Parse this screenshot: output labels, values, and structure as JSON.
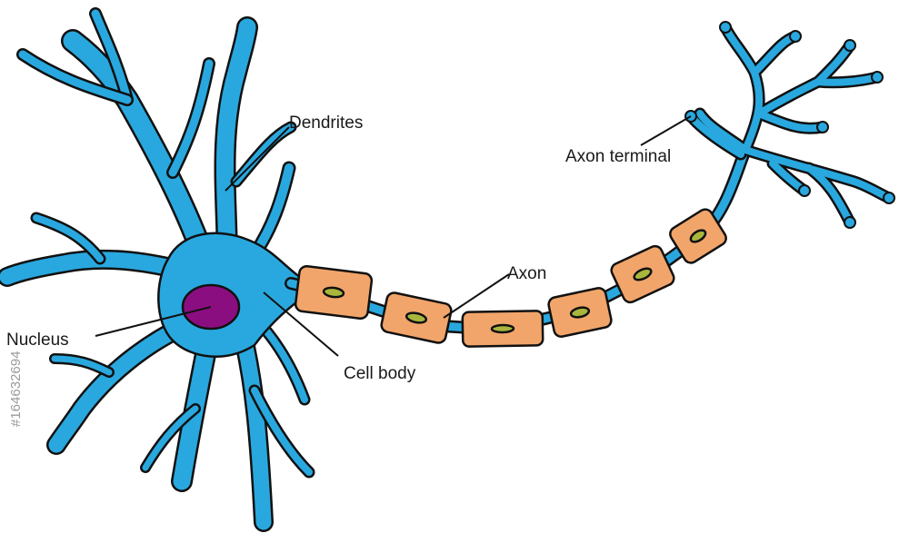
{
  "diagram": {
    "labels": {
      "dendrites": "Dendrites",
      "axon_terminal": "Axon terminal",
      "axon": "Axon",
      "nucleus": "Nucleus",
      "cell_body": "Cell body"
    },
    "watermark": "#164632694",
    "colors": {
      "neuron": "#29a8df",
      "outline": "#111111",
      "myelin": "#f2a56a",
      "myelin_nucleus": "#a9b63e",
      "nucleus": "#8b0e80"
    }
  }
}
